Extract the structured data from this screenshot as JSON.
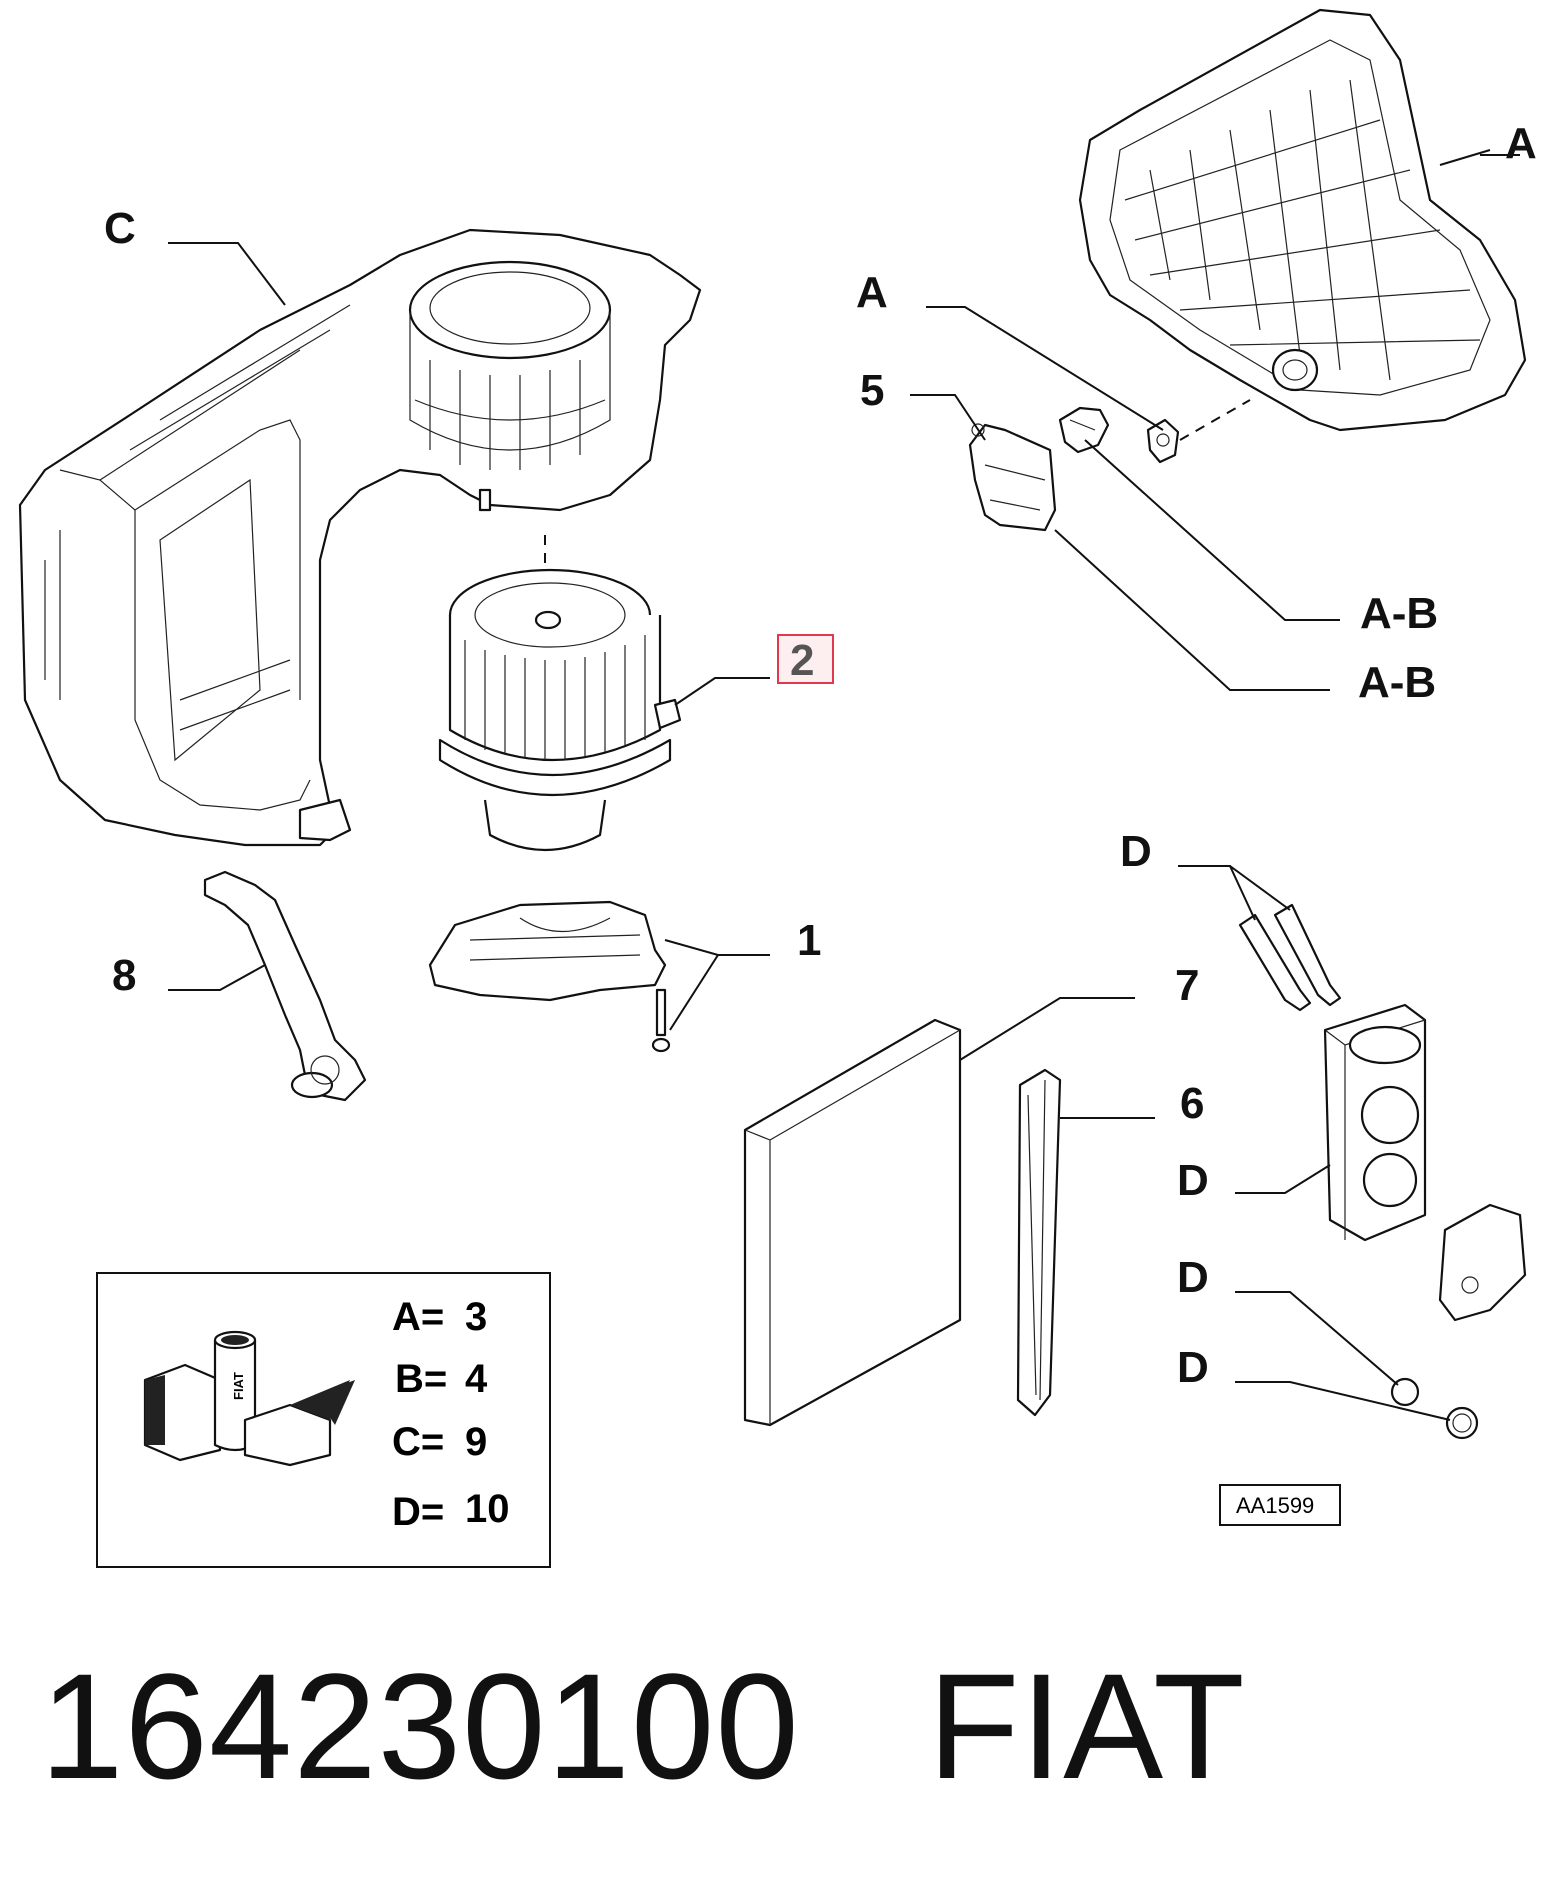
{
  "callouts": {
    "c_top_left": "C",
    "a_top_right": "A",
    "a_small": "A",
    "five": "5",
    "ab_upper": "A-B",
    "ab_lower": "A-B",
    "two": "2",
    "one": "1",
    "eight": "8",
    "d_bolts": "D",
    "seven": "7",
    "six": "6",
    "d_valve": "D",
    "d_ring1": "D",
    "d_ring2": "D"
  },
  "legend": {
    "rows": [
      {
        "key": "A=",
        "value": "3"
      },
      {
        "key": "B=",
        "value": "4"
      },
      {
        "key": "C=",
        "value": "9"
      },
      {
        "key": "D=",
        "value": "10"
      }
    ],
    "can_text": "FIAT"
  },
  "diagram_code": "AA1599",
  "footer": {
    "part_number": "164230100",
    "brand": "FIAT"
  },
  "colors": {
    "highlight_border": "#e0394d",
    "highlight_fill": "#fdeef0",
    "ink": "#111111"
  }
}
